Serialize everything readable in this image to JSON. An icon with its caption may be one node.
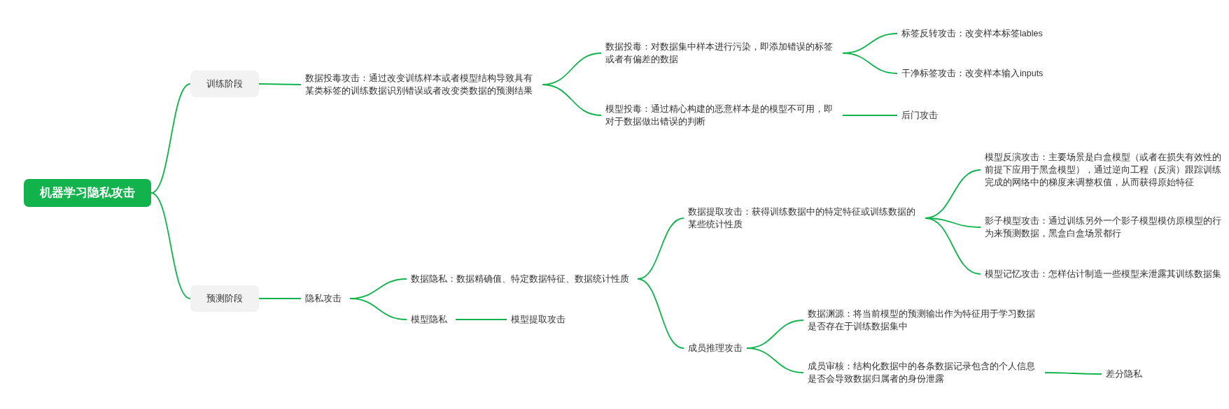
{
  "diagram": {
    "nodes": [
      {
        "text": [
          "机器学习隐私攻击"
        ]
      },
      {
        "text": [
          "训练阶段"
        ]
      },
      {
        "text": [
          "数据投毒攻击：通过改变训练样本或者模型结构导致具有某类标签的训练数据识别错误或者改变类数据的预测结果"
        ]
      },
      {
        "text": [
          "数据投毒：对数据集中样本进行污染，即添加错误的标签或者有偏差的数据"
        ]
      },
      {
        "text": [
          "模型投毒：通过精心构建的恶意样本是的模型不可用，即对于数据做出错误的判断"
        ]
      },
      {
        "text": [
          "标签反转攻击：改变样本标签lables"
        ]
      },
      {
        "text": [
          "干净标签攻击：改变样本输入inputs"
        ]
      },
      {
        "text": [
          "后门攻击"
        ]
      },
      {
        "text": [
          "预测阶段"
        ]
      },
      {
        "text": [
          "隐私攻击"
        ]
      },
      {
        "text": [
          "数据隐私：数据精确值、特定数据特征、数据统计性质"
        ]
      },
      {
        "text": [
          "模型隐私"
        ]
      },
      {
        "text": [
          "模型提取攻击"
        ]
      },
      {
        "text": [
          "数据提取攻击：获得训练数据中的特定特征或训练数据的某些统计性质"
        ]
      },
      {
        "text": [
          "成员推理攻击"
        ]
      },
      {
        "text": [
          "模型反演攻击：主要场景是白盒模型（或者在损失有效性的前提下应用于黑盒模型），通过逆向工程（反演）跟踪训练完成的网络中的梯度来调整权值，从而获得原始特征"
        ]
      },
      {
        "text": [
          "影子模型攻击：通过训练另外一个影子模型模仿原模型的行为来预测数据，黑盒白盒场景都行"
        ]
      },
      {
        "text": [
          "模型记忆攻击：怎样估计制造一些模型来泄露其训练数据集"
        ]
      },
      {
        "text": [
          "数据渊源：将当前模型的预测输出作为特征用于学习数据是否存在于训练数据集中"
        ]
      },
      {
        "text": [
          "成员审核：结构化数据中的各条数据记录包含的个人信息是否会导致数据归属者的身份泄露"
        ]
      },
      {
        "text": [
          "差分隐私"
        ]
      }
    ],
    "edges": [
      {
        "from": 0,
        "to": 1,
        "arrow": "none"
      },
      {
        "from": 0,
        "to": 8,
        "arrow": "none"
      },
      {
        "from": 1,
        "to": 2,
        "arrow": "none"
      },
      {
        "from": 2,
        "to": 3,
        "arrow": "none"
      },
      {
        "from": 2,
        "to": 4,
        "arrow": "none"
      },
      {
        "from": 3,
        "to": 5,
        "arrow": "none"
      },
      {
        "from": 3,
        "to": 6,
        "arrow": "none"
      },
      {
        "from": 4,
        "to": 7,
        "arrow": "none"
      },
      {
        "from": 8,
        "to": 9,
        "arrow": "none"
      },
      {
        "from": 9,
        "to": 10,
        "arrow": "none"
      },
      {
        "from": 9,
        "to": 11,
        "arrow": "none"
      },
      {
        "from": 11,
        "to": 12,
        "arrow": "none"
      },
      {
        "from": 10,
        "to": 13,
        "arrow": "none"
      },
      {
        "from": 10,
        "to": 14,
        "arrow": "none"
      },
      {
        "from": 13,
        "to": 15,
        "arrow": "none"
      },
      {
        "from": 13,
        "to": 16,
        "arrow": "none"
      },
      {
        "from": 13,
        "to": 17,
        "arrow": "none"
      },
      {
        "from": 14,
        "to": 18,
        "arrow": "none"
      },
      {
        "from": 14,
        "to": 19,
        "arrow": "none"
      },
      {
        "from": 19,
        "to": 20,
        "arrow": "none"
      }
    ]
  }
}
